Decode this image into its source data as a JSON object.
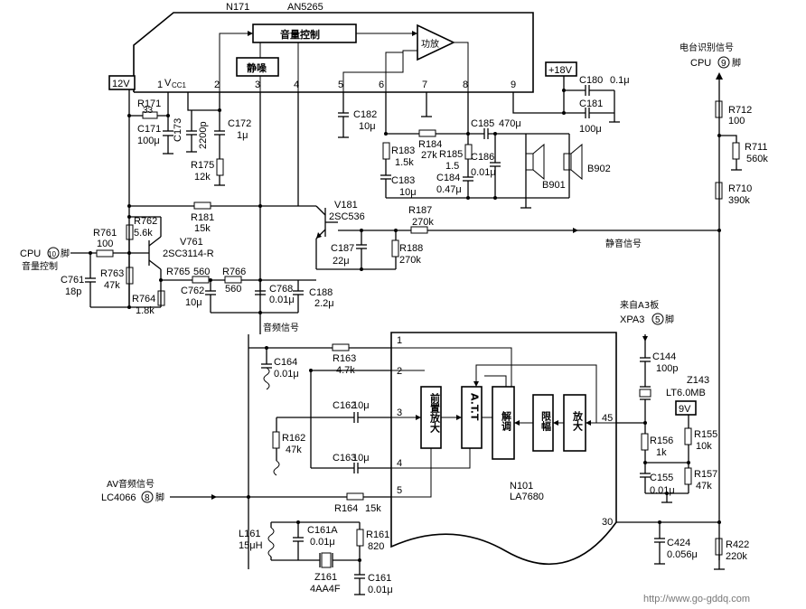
{
  "ic_top": {
    "ref": "N171",
    "part": "AN5265",
    "vol_block": "音量控制",
    "mute_block": "静噪",
    "amp_block": "功放",
    "vcc": "V",
    "vcc_sub": "CC1",
    "pins": [
      "1",
      "2",
      "3",
      "4",
      "5",
      "6",
      "7",
      "8",
      "9"
    ]
  },
  "ic_bottom": {
    "ref": "N101",
    "part": "LA7680",
    "pre_amp": "前置放大",
    "att": "A.T.T",
    "demod": "解调",
    "limiter": "限幅",
    "amp": "放大",
    "pins": [
      "1",
      "2",
      "3",
      "4",
      "5",
      "45",
      "30"
    ]
  },
  "supplies": {
    "v12": "12V",
    "v18": "+18V",
    "v9": "9V"
  },
  "signals": {
    "station_id": "电台识别信号",
    "cpu9": "CPU",
    "cpu9_num": "9",
    "cpu9_suffix": "脚",
    "cpu10": "CPU",
    "cpu10_num": "10",
    "cpu10_suffix": "脚",
    "vol_ctrl": "音量控制",
    "mute_sig": "静音信号",
    "audio_sig": "音频信号",
    "from_a3": "来自A3板",
    "xpa3": "XPA3",
    "xpa3_num": "5",
    "xpa3_suffix": "脚",
    "av_audio": "AV音频信号",
    "lc4066": "LC4066",
    "lc4066_num": "8",
    "lc4066_suffix": "脚"
  },
  "components": {
    "r171": "R171",
    "r171v": "33",
    "c171": "C171",
    "c171v": "100μ",
    "c173": "C173",
    "c173v": "2200p",
    "c172": "C172",
    "c172v": "1μ",
    "r175": "R175",
    "r175v": "12k",
    "c182": "C182",
    "c182v": "10μ",
    "r183": "R183",
    "r183v": "1.5k",
    "c183": "C183",
    "c183v": "10μ",
    "r184": "R184",
    "r184v": "27k",
    "r185": "R185",
    "r185v": "1.5",
    "c184": "C184",
    "c184v": "0.47μ",
    "c186": "C186",
    "c186v": "0.01μ",
    "c185": "C185",
    "c185v": "470μ",
    "b901": "B901",
    "b902": "B902",
    "c180": "C180",
    "c180v": "0.1μ",
    "c181": "C181",
    "c181v": "100μ",
    "r712": "R712",
    "r712v": "100",
    "r711": "R711",
    "r711v": "560k",
    "r710": "R710",
    "r710v": "390k",
    "r762": "R762",
    "r762v": "5.6k",
    "r181": "R181",
    "r181v": "15k",
    "v181": "V181",
    "v181p": "2SC536",
    "r187": "R187",
    "r187v": "270k",
    "c187": "C187",
    "c187v": "22μ",
    "r188": "R188",
    "r188v": "270k",
    "r761": "R761",
    "r761v": "100",
    "v761": "V761",
    "v761p": "2SC3114-R",
    "c761": "C761",
    "c761v": "18p",
    "r763": "R763",
    "r763v": "47k",
    "r764": "R764",
    "r764v": "1.8k",
    "r765": "R765",
    "r765v": "560",
    "r766": "R766",
    "r766v": "560",
    "c762": "C762",
    "c762v": "10μ",
    "c768": "C768",
    "c768v": "0.01μ",
    "c188": "C188",
    "c188v": "2.2μ",
    "c164": "C164",
    "c164v": "0.01μ",
    "r163": "R163",
    "r163v": "4.7k",
    "c162": "C162",
    "c162v": "10μ",
    "r162": "R162",
    "r162v": "47k",
    "c163": "C163",
    "c163v": "10μ",
    "r164": "R164",
    "r164v": "15k",
    "l161": "L161",
    "l161v": "15μH",
    "c161a": "C161A",
    "c161av": "0.01μ",
    "r161": "R161",
    "r161v": "820",
    "z161": "Z161",
    "z161v": "4AA4F",
    "c161": "C161",
    "c161v": "0.01μ",
    "c144": "C144",
    "c144v": "100p",
    "z143": "Z143",
    "z143v": "LT6.0MB",
    "r156": "R156",
    "r156v": "1k",
    "r155": "R155",
    "r155v": "10k",
    "c155": "C155",
    "c155v": "0.01μ",
    "r157": "R157",
    "r157v": "47k",
    "c424": "C424",
    "c424v": "0.056μ",
    "r422": "R422",
    "r422v": "220k"
  },
  "watermark": "http://www.go-gddq.com"
}
